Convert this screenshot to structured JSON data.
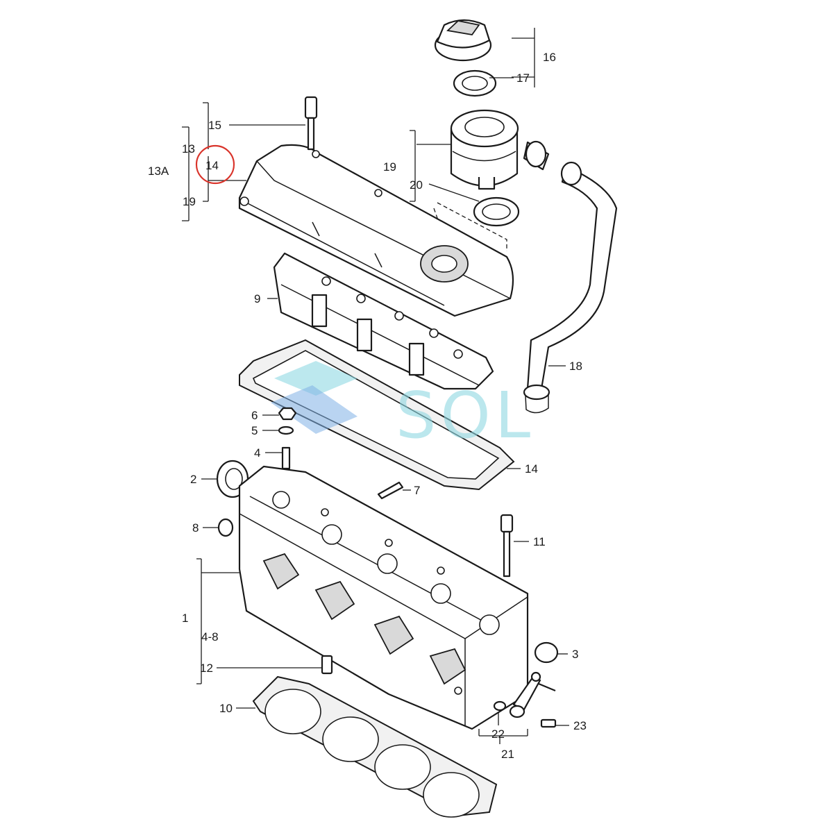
{
  "callouts": {
    "c1": "1",
    "c2": "2",
    "c3": "3",
    "c4": "4",
    "c4_8": "4-8",
    "c5": "5",
    "c6": "6",
    "c7": "7",
    "c8": "8",
    "c9": "9",
    "c10": "10",
    "c11": "11",
    "c12": "12",
    "c13": "13",
    "c13a": "13A",
    "c14_top": "14",
    "c14_gasket": "14",
    "c15": "15",
    "c16": "16",
    "c17": "17",
    "c18": "18",
    "c19_left": "19",
    "c19_right": "19",
    "c20": "20",
    "c21": "21",
    "c22": "22",
    "c23": "23"
  },
  "watermark": {
    "text": "SOL",
    "color": "#8fd8e2"
  },
  "highlight": {
    "target": "14",
    "color": "#d9342b"
  }
}
